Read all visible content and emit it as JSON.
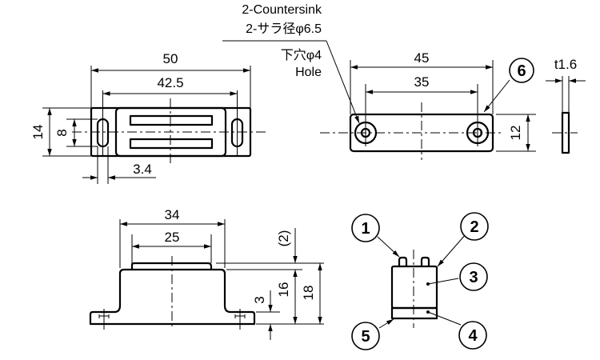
{
  "drawing": {
    "callout_note": {
      "line1": "2-Countersink",
      "line2": "2-サラ径φ6.5",
      "line3": "下穴φ4",
      "line4": "Hole"
    },
    "top_view": {
      "overall_length": "50",
      "hole_pitch": "42.5",
      "overall_width": "14",
      "slot_length": "8",
      "slot_width": "3.4"
    },
    "plate_view": {
      "overall_length": "45",
      "hole_pitch": "35",
      "width": "12",
      "thickness": "t1.6",
      "part_number": "6"
    },
    "front_view": {
      "body_width": "34",
      "top_width": "25",
      "projection": "(2)",
      "body_height": "16",
      "total_height": "18",
      "flange_height": "3"
    },
    "iso_view": {
      "parts": [
        "1",
        "2",
        "3",
        "4",
        "5"
      ]
    }
  }
}
